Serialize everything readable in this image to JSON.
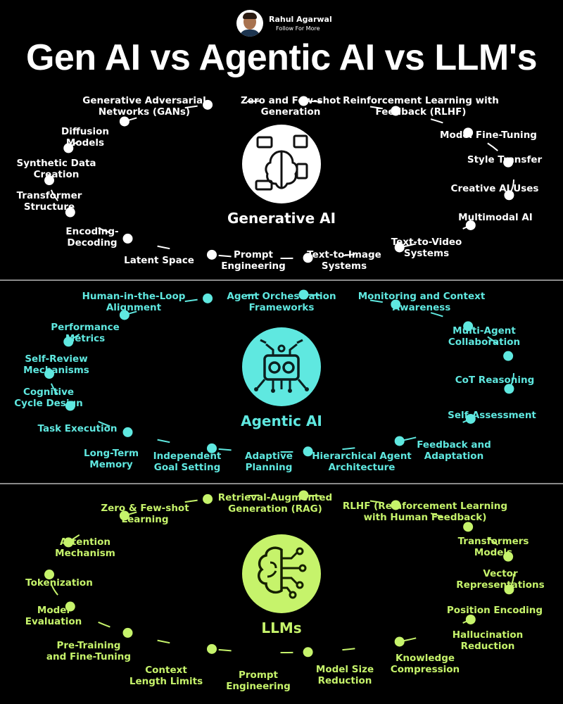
{
  "author": {
    "name": "Rahul Agarwal",
    "subtitle": "Follow For More"
  },
  "title": "Gen AI vs Agentic AI vs LLM's",
  "colors": {
    "gen": "#ffffff",
    "agentic": "#5fe8e0",
    "llm": "#c6f36b",
    "background": "#000000",
    "divider": "#8a8a8a"
  },
  "sections": [
    {
      "title": "Generative AI",
      "icon": "brain-media-icon",
      "items": [
        "Generative Adversarial\nNetworks (GANs)",
        "Zero and Few-shot\nGeneration",
        "Reinforcement Learning with\nFeedback (RLHF)",
        "Model Fine-Tuning",
        "Style Transfer",
        "Creative AI Uses",
        "Multimodal AI",
        "Text-to-Video\nSystems",
        "Text-to-Image\nSystems",
        "Prompt\nEngineering",
        "Latent Space",
        "Encoding-\nDecoding",
        "Transformer\nStructure",
        "Synthetic Data\nCreation",
        "Diffusion\nModels"
      ]
    },
    {
      "title": "Agentic AI",
      "icon": "robot-circuit-icon",
      "items": [
        "Human-in-the-Loop\nAlignment",
        "Agent Orchestration\nFrameworks",
        "Monitoring and Context\nAwareness",
        "Multi-Agent\nCollaboration",
        "CoT Reasoning",
        "Self-Assessment",
        "Feedback and\nAdaptation",
        "Hierarchical Agent\nArchitecture",
        "Adaptive\nPlanning",
        "Independent\nGoal Setting",
        "Long-Term\nMemory",
        "Task Execution",
        "Cognitive\nCycle Design",
        "Self-Review\nMechanisms",
        "Performance\nMetrics"
      ]
    },
    {
      "title": "LLMs",
      "icon": "brain-circuit-icon",
      "items": [
        "Zero & Few-shot\nLearning",
        "Retrieval-Augmented\nGeneration (RAG)",
        "RLHF (Reinforcement Learning\nwith Human Feedback)",
        "Transformers\nModels",
        "Vector\nRepresentations",
        "Position Encoding",
        "Hallucination\nReduction",
        "Knowledge\nCompression",
        "Model Size\nReduction",
        "Prompt\nEngineering",
        "Context\nLength Limits",
        "Pre-Training\nand Fine-Tuning",
        "Model\nEvaluation",
        "Tokenization",
        "Attention\nMechanism"
      ]
    }
  ]
}
